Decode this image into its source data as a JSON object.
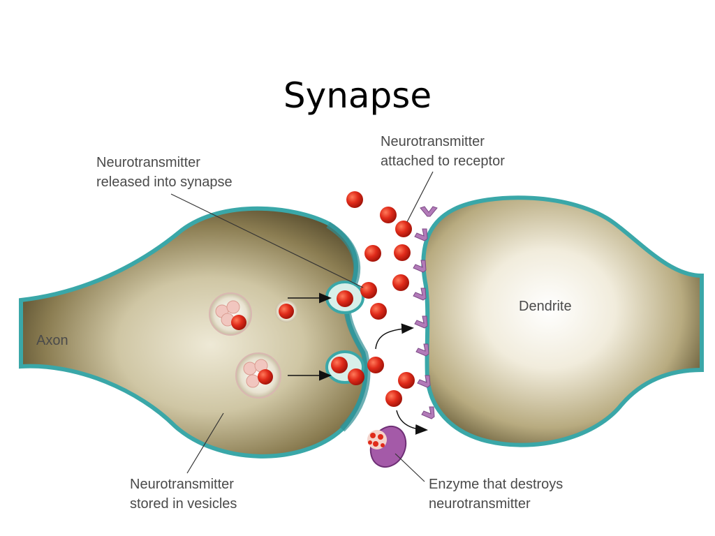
{
  "title": "Synapse",
  "labels": {
    "released": [
      "Neurotransmitter",
      "released into synapse"
    ],
    "attached": [
      "Neurotransmitter",
      "attached to receptor"
    ],
    "axon": "Axon",
    "dendrite": "Dendrite",
    "stored": [
      "Neurotransmitter",
      "stored in vesicles"
    ],
    "enzyme": [
      "Enzyme that destroys",
      "neurotransmitter"
    ]
  },
  "colors": {
    "neurotransmitter": "#e02b1a",
    "receptor": "#b27ab8",
    "enzyme": "#a45aa8",
    "membrane": "#3aa7a8",
    "neuron_body": "#c9c0a0",
    "neuron_shadow": "#6b5f3c"
  }
}
